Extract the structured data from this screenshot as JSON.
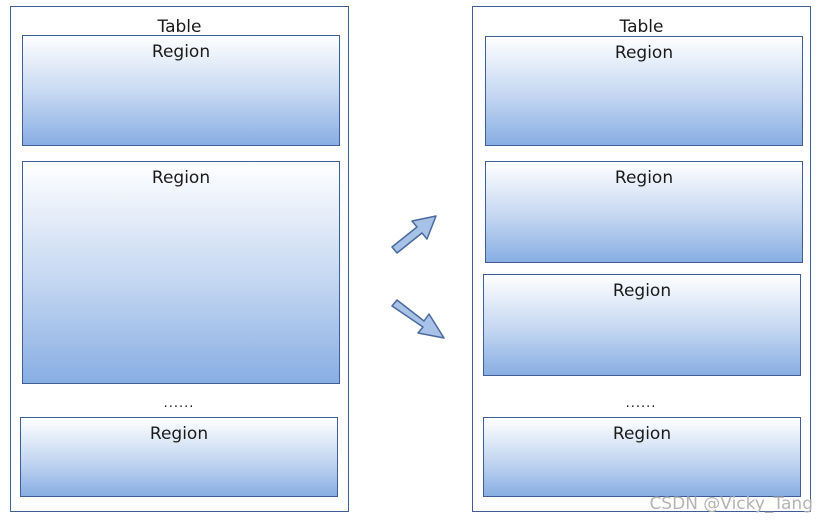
{
  "left_table": {
    "title": "Table",
    "regions": [
      "Region",
      "Region",
      "Region"
    ],
    "ellipsis": "......"
  },
  "right_table": {
    "title": "Table",
    "regions": [
      "Region",
      "Region",
      "Region",
      "Region"
    ],
    "ellipsis": "......"
  },
  "colors": {
    "border": "#3f5f94",
    "region_gradient_top": "#ffffff",
    "region_gradient_bottom": "#88aee3",
    "arrow_fill": "#a8c1e6"
  },
  "watermark": "CSDN @Vicky_Tang"
}
